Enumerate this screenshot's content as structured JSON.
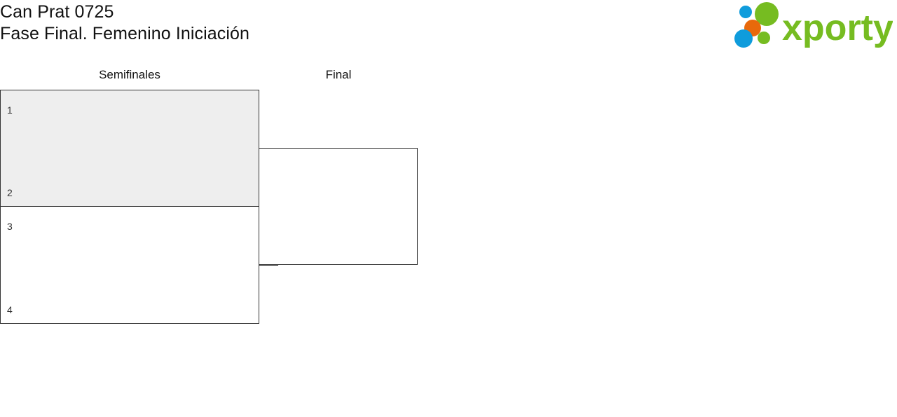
{
  "header": {
    "title_line1": "Can Prat 0725",
    "title_line2": "Fase Final. Femenino Iniciación",
    "logo": {
      "wordmark": "xporty",
      "colors": {
        "green": "#76bc21",
        "blue": "#0f9cdc",
        "orange": "#e8690b"
      },
      "dots": [
        {
          "name": "logo-dot-blue-small",
          "color": "#0f9cdc"
        },
        {
          "name": "logo-dot-green-large",
          "color": "#76bc21"
        },
        {
          "name": "logo-dot-orange",
          "color": "#e8690b"
        },
        {
          "name": "logo-dot-blue-large",
          "color": "#0f9cdc"
        },
        {
          "name": "logo-dot-green-small",
          "color": "#76bc21"
        }
      ]
    }
  },
  "bracket": {
    "rounds": [
      {
        "id": "semifinales",
        "label": "Semifinales"
      },
      {
        "id": "final",
        "label": "Final"
      }
    ],
    "matches": [
      {
        "id": "semi-1",
        "round": "semifinales",
        "shaded": true,
        "slots": [
          {
            "seed": "1",
            "team": ""
          },
          {
            "seed": "2",
            "team": ""
          }
        ]
      },
      {
        "id": "semi-2",
        "round": "semifinales",
        "shaded": false,
        "slots": [
          {
            "seed": "3",
            "team": ""
          },
          {
            "seed": "4",
            "team": ""
          }
        ]
      },
      {
        "id": "final-1",
        "round": "final",
        "shaded": false,
        "slots": [
          {
            "seed": "",
            "team": ""
          },
          {
            "seed": "",
            "team": ""
          }
        ]
      }
    ],
    "style": {
      "border_color": "#333333",
      "shaded_background": "#eeeeee",
      "background": "#ffffff"
    }
  }
}
